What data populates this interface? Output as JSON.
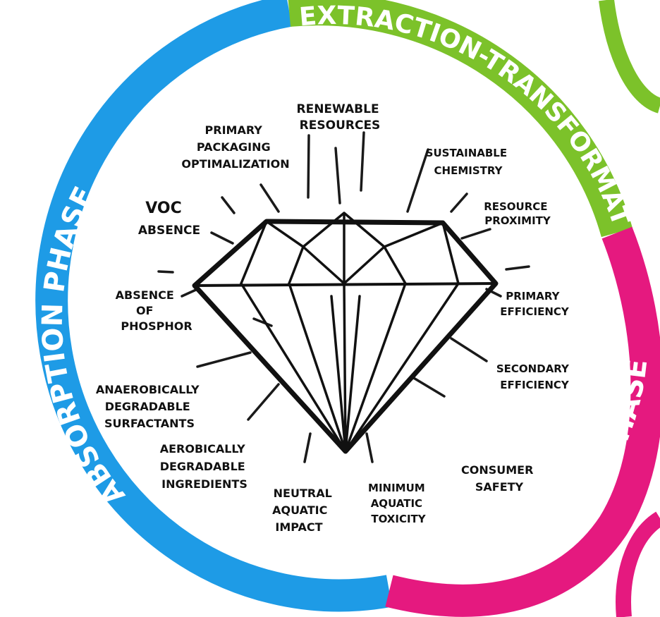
{
  "phases": {
    "extraction": {
      "label": "EXTRACTION-TRANSFORMATION",
      "color": "#7cc22a"
    },
    "usage": {
      "label": "USAGE PHASE",
      "color": "#e5197f"
    },
    "absorption": {
      "label": "ABSORPTION PHASE",
      "color": "#1e9be6"
    }
  },
  "criteria": {
    "renewable_resources": [
      "RENEWABLE",
      "RESOURCES"
    ],
    "primary_packaging": [
      "PRIMARY",
      "PACKAGING",
      "OPTIMALIZATION"
    ],
    "sustainable_chemistry": [
      "SUSTAINABLE",
      "CHEMISTRY"
    ],
    "resource_proximity": [
      "RESOURCE",
      "PROXIMITY"
    ],
    "voc_absence": [
      "VOC",
      "ABSENCE"
    ],
    "absence_phosphor": [
      "ABSENCE",
      "OF",
      "PHOSPHOR"
    ],
    "primary_efficiency": [
      "PRIMARY",
      "EFFICIENCY"
    ],
    "secondary_efficiency": [
      "SECONDARY",
      "EFFICIENCY"
    ],
    "anaerobic_surfactants": [
      "ANAEROBICALLY",
      "DEGRADABLE",
      "SURFACTANTS"
    ],
    "aerobic_ingredients": [
      "AEROBICALLY",
      "DEGRADABLE",
      "INGREDIENTS"
    ],
    "neutral_aquatic": [
      "NEUTRAL",
      "AQUATIC",
      "IMPACT"
    ],
    "minimum_toxicity": [
      "MINIMUM",
      "AQUATIC",
      "TOXICITY"
    ],
    "consumer_safety": [
      "CONSUMER",
      "SAFETY"
    ]
  }
}
